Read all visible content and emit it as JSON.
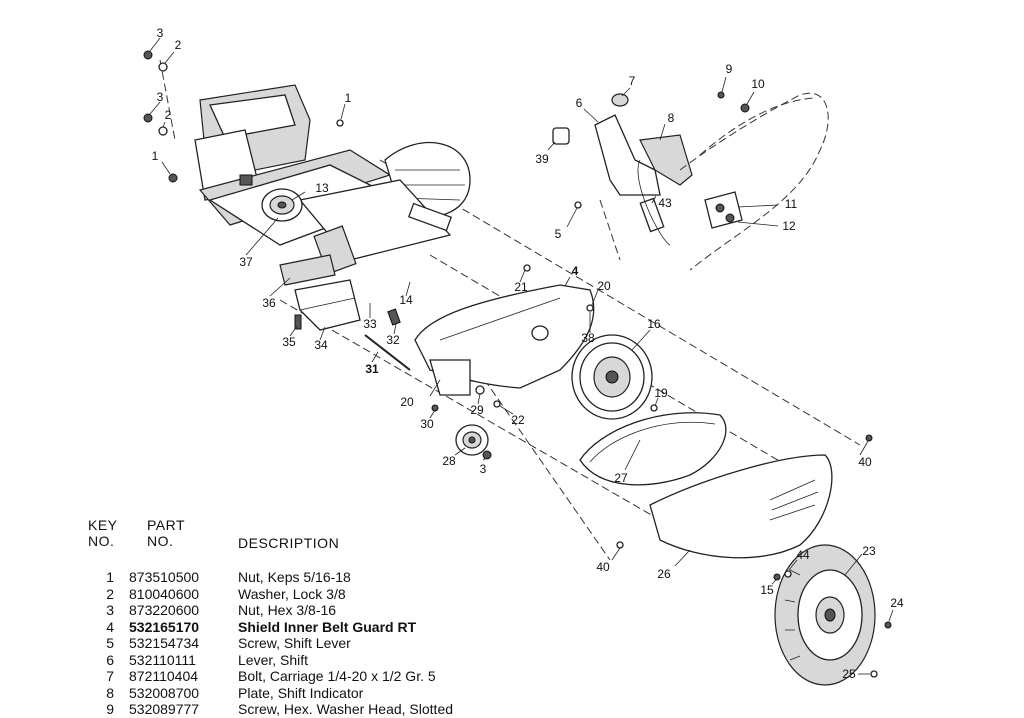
{
  "header": {
    "key_line1": "KEY",
    "key_line2": "NO.",
    "part_line1": "PART",
    "part_line2": "NO.",
    "description": "DESCRIPTION"
  },
  "parts": [
    {
      "key": "1",
      "part": "873510500",
      "desc": "Nut, Keps 5/16-18"
    },
    {
      "key": "2",
      "part": "810040600",
      "desc": "Washer, Lock 3/8"
    },
    {
      "key": "3",
      "part": "873220600",
      "desc": "Nut, Hex 3/8-16"
    },
    {
      "key": "4",
      "part": "532165170",
      "desc": "Shield Inner Belt Guard RT",
      "bold": true
    },
    {
      "key": "5",
      "part": "532154734",
      "desc": "Screw, Shift Lever"
    },
    {
      "key": "6",
      "part": "532110111",
      "desc": "Lever, Shift"
    },
    {
      "key": "7",
      "part": "872110404",
      "desc": "Bolt, Carriage 1/4-20 x 1/2 Gr. 5"
    },
    {
      "key": "8",
      "part": "532008700",
      "desc": "Plate, Shift Indicator"
    },
    {
      "key": "9",
      "part": "532089777",
      "desc": "Screw, Hex. Washer Head, Slotted"
    }
  ],
  "callouts": [
    {
      "id": "c3a",
      "text": "3"
    },
    {
      "id": "c2a",
      "text": "2"
    },
    {
      "id": "c3b",
      "text": "3"
    },
    {
      "id": "c2b",
      "text": "2"
    },
    {
      "id": "c1a",
      "text": "1"
    },
    {
      "id": "c1b",
      "text": "1"
    },
    {
      "id": "c13",
      "text": "13"
    },
    {
      "id": "c37",
      "text": "37"
    },
    {
      "id": "c36",
      "text": "36"
    },
    {
      "id": "c14",
      "text": "14"
    },
    {
      "id": "c33",
      "text": "33"
    },
    {
      "id": "c32",
      "text": "32"
    },
    {
      "id": "c35",
      "text": "35"
    },
    {
      "id": "c34",
      "text": "34"
    },
    {
      "id": "c31",
      "text": "31"
    },
    {
      "id": "c21",
      "text": "21"
    },
    {
      "id": "c4",
      "text": "4"
    },
    {
      "id": "c20a",
      "text": "20"
    },
    {
      "id": "c38",
      "text": "38"
    },
    {
      "id": "c16",
      "text": "16"
    },
    {
      "id": "c19",
      "text": "19"
    },
    {
      "id": "c20b",
      "text": "20"
    },
    {
      "id": "c29",
      "text": "29"
    },
    {
      "id": "c22",
      "text": "22"
    },
    {
      "id": "c30",
      "text": "30"
    },
    {
      "id": "c28",
      "text": "28"
    },
    {
      "id": "c3c",
      "text": "3"
    },
    {
      "id": "c27",
      "text": "27"
    },
    {
      "id": "c7",
      "text": "7"
    },
    {
      "id": "c9",
      "text": "9"
    },
    {
      "id": "c10",
      "text": "10"
    },
    {
      "id": "c6",
      "text": "6"
    },
    {
      "id": "c8",
      "text": "8"
    },
    {
      "id": "c39",
      "text": "39"
    },
    {
      "id": "c43",
      "text": "43"
    },
    {
      "id": "c5",
      "text": "5"
    },
    {
      "id": "c11",
      "text": "11"
    },
    {
      "id": "c12",
      "text": "12"
    },
    {
      "id": "c40a",
      "text": "40"
    },
    {
      "id": "c40b",
      "text": "40"
    },
    {
      "id": "c26",
      "text": "26"
    },
    {
      "id": "c23",
      "text": "23"
    },
    {
      "id": "c44",
      "text": "44"
    },
    {
      "id": "c15",
      "text": "15"
    },
    {
      "id": "c24",
      "text": "24"
    },
    {
      "id": "c25",
      "text": "25"
    }
  ]
}
